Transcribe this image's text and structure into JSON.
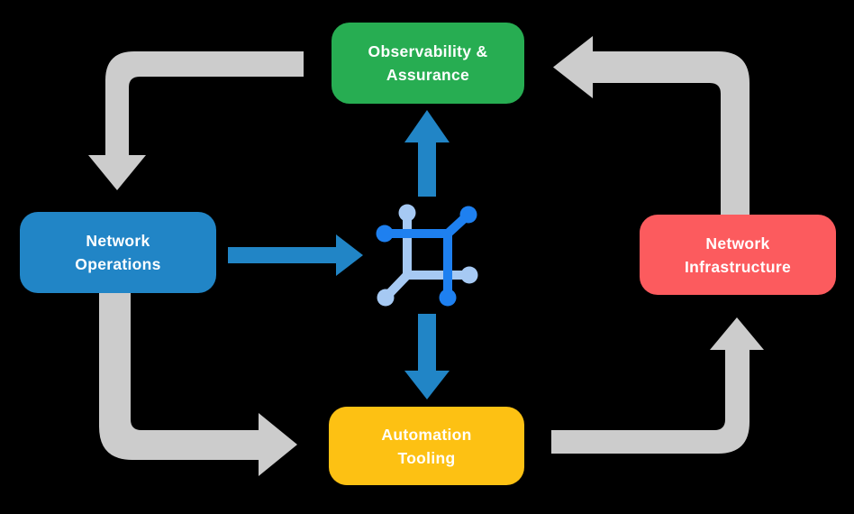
{
  "diagram": {
    "nodes": {
      "observability": {
        "line1": "Observability &",
        "line2": "Assurance",
        "color": "#27ad52"
      },
      "operations": {
        "line1": "Network",
        "line2": "Operations",
        "color": "#2185c6"
      },
      "infrastructure": {
        "line1": "Network",
        "line2": "Infrastructure",
        "color": "#fc5b5e"
      },
      "tooling": {
        "line1": "Automation",
        "line2": "Tooling",
        "color": "#fdc113"
      }
    },
    "center_icon": "network-automation-icon",
    "edges": [
      {
        "from": "observability-assurance",
        "to": "network-operations",
        "style": "gray-elbow"
      },
      {
        "from": "network-operations",
        "to": "automation-tooling",
        "style": "gray-elbow"
      },
      {
        "from": "automation-tooling",
        "to": "network-infrastructure",
        "style": "gray-elbow"
      },
      {
        "from": "network-infrastructure",
        "to": "observability-assurance",
        "style": "gray-elbow"
      },
      {
        "from": "network-operations",
        "to": "center-icon",
        "style": "blue-straight"
      },
      {
        "from": "center-icon",
        "to": "observability-assurance",
        "style": "blue-straight"
      },
      {
        "from": "center-icon",
        "to": "automation-tooling",
        "style": "blue-straight"
      }
    ],
    "colors": {
      "background": "#000000",
      "text": "#ffffff",
      "arrow_gray": "#cccccc",
      "arrow_blue": "#2185c6",
      "icon_dark_blue": "#1e80f0",
      "icon_light_blue": "#a6c9f3"
    }
  }
}
